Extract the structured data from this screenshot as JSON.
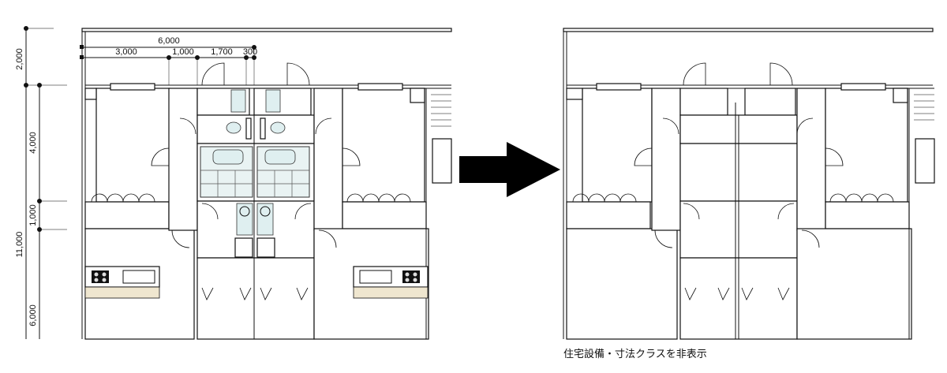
{
  "dims": {
    "top_total": "6,000",
    "top_parts": [
      "3,000",
      "1,000",
      "1,700",
      "300"
    ],
    "left_parts": [
      "2,000",
      "4,000",
      "1,000",
      "11,000",
      "6,000"
    ]
  },
  "caption": "住宅設備・寸法クラスを非表示",
  "colors": {
    "line": "#111111",
    "fixture_fill": "#dfeff0",
    "arrow": "#000000"
  },
  "icons": [
    "arrow-right-icon"
  ]
}
